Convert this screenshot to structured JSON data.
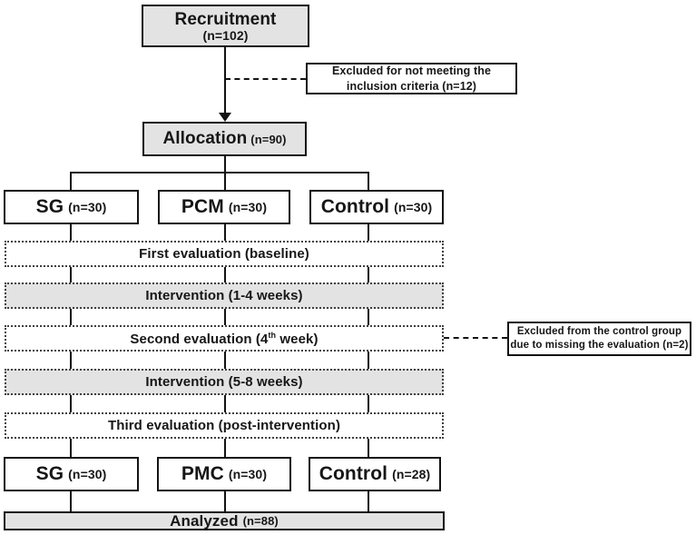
{
  "diagram": {
    "recruitment": {
      "label": "Recruitment",
      "n": "(n=102)"
    },
    "excluded_inclusion": {
      "line1": "Excluded for not meeting the",
      "line2": "inclusion criteria (n=12)"
    },
    "allocation": {
      "label": "Allocation",
      "n": "(n=90)"
    },
    "groups_initial": [
      {
        "label": "SG",
        "n": "(n=30)"
      },
      {
        "label": "PCM",
        "n": "(n=30)"
      },
      {
        "label": "Control",
        "n": "(n=30)"
      }
    ],
    "stages": {
      "first_eval": "First evaluation (baseline)",
      "intervention1": "Intervention (1-4 weeks)",
      "second_eval_pre": "Second evaluation (4",
      "second_eval_sup": "th",
      "second_eval_post": " week)",
      "intervention2": "Intervention (5-8 weeks)",
      "third_eval": "Third evaluation (post-intervention)"
    },
    "excluded_control": {
      "line1": "Excluded from the control group",
      "line2": "due to missing the evaluation (n=2)"
    },
    "groups_final": [
      {
        "label": "SG",
        "n": "(n=30)"
      },
      {
        "label": "PMC",
        "n": "(n=30)"
      },
      {
        "label": "Control",
        "n": "(n=28)"
      }
    ],
    "analyzed": {
      "label": "Analyzed",
      "n": "(n=88)"
    },
    "colors": {
      "box_fill_gray": "#e3e3e3",
      "box_fill_white": "#ffffff",
      "line": "#131313"
    }
  }
}
